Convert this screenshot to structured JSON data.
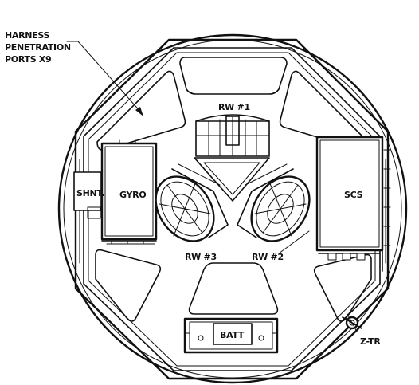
{
  "labels": {
    "harness_line1": "HARNESS",
    "harness_line2": "PENETRATION",
    "harness_line3": "PORTS X9",
    "rw1": "RW #1",
    "rw2": "RW #2",
    "rw3": "RW #3",
    "gyro": "GYRO",
    "scs": "SCS",
    "shnt": "SHNT.",
    "batt": "BATT",
    "ztr": "Z-TR"
  },
  "colors": {
    "ink": "#111111",
    "paper": "#ffffff"
  }
}
